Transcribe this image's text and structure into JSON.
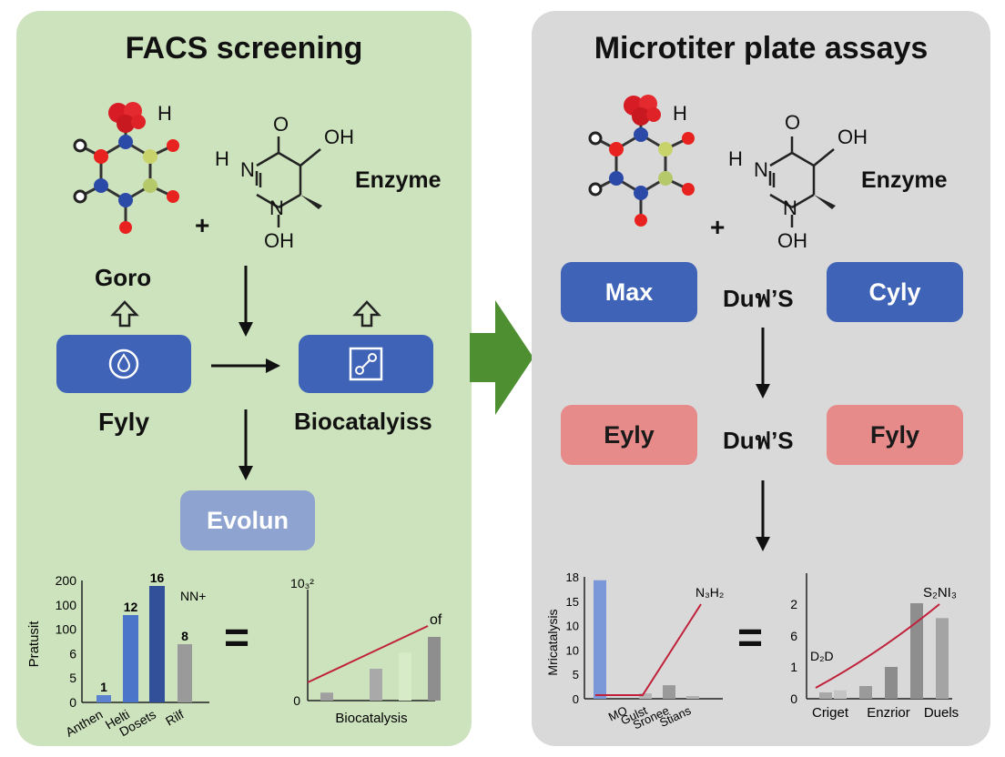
{
  "colors": {
    "left_panel": "#cde3bd",
    "right_panel": "#d9d9d9",
    "blue_box": "#3f63b6",
    "red_box": "#e68a8a",
    "evolution_box": "#8ea3cf",
    "green_arrow": "#4e8f32",
    "curve": "#c0203a"
  },
  "left": {
    "title": "FACS screening",
    "reaction": {
      "plus": "+",
      "enzyme": "Enzyme",
      "atoms": {
        "o_left": "O",
        "o_top": "O",
        "oh_top": "OH",
        "h_top": "H",
        "n_top": "N",
        "n_bottom": "N",
        "oh_bottom": "OH",
        "h_red": "H"
      }
    },
    "goro_label": "Goro",
    "box_left_label": "Fyly",
    "box_right_label": "Biocatalyiss",
    "evolution_label": "Evolun",
    "equals": "=",
    "icons": [
      "up-arrow-outline-icon",
      "droplet-icon",
      "network-icon"
    ]
  },
  "right": {
    "title": "Microtiter plate assays",
    "reaction": {
      "plus": "+",
      "enzyme": "Enzyme"
    },
    "row1": {
      "left": "Max",
      "middle": "Duฟ’S",
      "right": "Cyly"
    },
    "row2": {
      "left": "Eyly",
      "middle": "Duฟ’S",
      "right": "Fyly"
    },
    "equals": "="
  },
  "chart_data": [
    {
      "type": "bar",
      "ylabel": "Pratusit",
      "categories": [
        "Anthen",
        "Helti",
        "Dosets",
        "Rilf"
      ],
      "values": [
        1,
        12,
        16,
        8
      ],
      "data_labels": [
        "1",
        "12",
        "16",
        "8"
      ],
      "yticks": [
        "0",
        "5",
        "6",
        "100",
        "100",
        "200"
      ],
      "annotation": "NN+"
    },
    {
      "type": "bar",
      "xlabel": "Biocatalysis",
      "values": [
        1,
        4,
        6,
        8
      ],
      "yticks": [
        "0",
        "10₃²"
      ],
      "annotation": "of",
      "trend_line": true
    },
    {
      "type": "bar",
      "ylabel": "Mricatalysis",
      "categories": [
        "MO",
        "Gulst",
        "Sronee",
        "Stians"
      ],
      "values": [
        17.5,
        0.8,
        2,
        0.4
      ],
      "yticks": [
        "0",
        "5",
        "10",
        "10",
        "15",
        "18"
      ],
      "annotation": "N₃H₂",
      "trend_line": true
    },
    {
      "type": "bar",
      "categories": [
        "Criget",
        "Enzrior",
        "Duels"
      ],
      "values": [
        0.3,
        1.5,
        4.5,
        3.8
      ],
      "yticks": [
        "0",
        "1",
        "6",
        "2"
      ],
      "annotations": [
        "D₂D",
        "S₂NI₃"
      ],
      "trend_line": true
    }
  ]
}
